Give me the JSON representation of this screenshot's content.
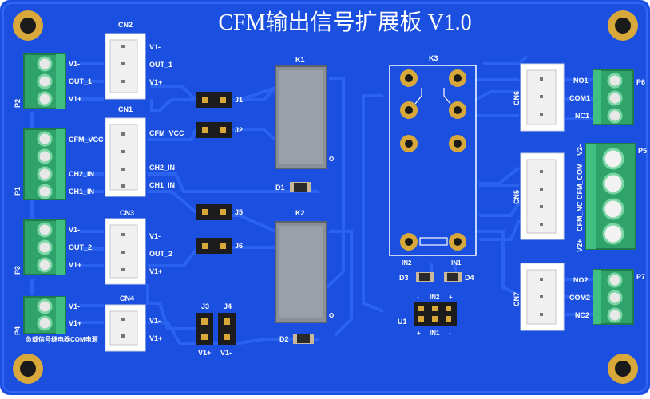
{
  "board": {
    "title": "CFM输出信号扩展板 V1.0",
    "footnote": "负载信号继电器COM电源",
    "colors": {
      "pcb": "#1a4fe0",
      "pcb_dark": "#1036b8",
      "trace": "#2a63f0",
      "pad_gold": "#d8a93a",
      "terminal_green": "#2fa36a",
      "silkscreen": "#ffffff"
    }
  },
  "terminals": {
    "p2": {
      "ref": "P2",
      "pins": [
        "V1-",
        "OUT_1",
        "V1+"
      ]
    },
    "p1": {
      "ref": "P1",
      "pins": [
        "CFM_VCC",
        "",
        "CH2_IN",
        "CH1_IN"
      ]
    },
    "p3": {
      "ref": "P3",
      "pins": [
        "V1-",
        "OUT_2",
        "V1+"
      ]
    },
    "p4": {
      "ref": "P4",
      "pins": [
        "V1-",
        "V1+"
      ]
    },
    "p6": {
      "ref": "P6",
      "pins": [
        "NO1",
        "COM1",
        "NC1"
      ]
    },
    "p5": {
      "ref": "P5",
      "pins": [
        "V2-",
        "CFM_COM",
        "CFM_NC",
        "V2+"
      ]
    },
    "p7": {
      "ref": "P7",
      "pins": [
        "NO2",
        "COM2",
        "NC2"
      ]
    }
  },
  "connectors": {
    "cn2": {
      "ref": "CN2",
      "pins": [
        "V1-",
        "OUT_1",
        "V1+"
      ]
    },
    "cn1": {
      "ref": "CN1",
      "pins": [
        "CFM_VCC",
        "",
        "CH2_IN",
        "CH1_IN"
      ]
    },
    "cn3": {
      "ref": "CN3",
      "pins": [
        "V1-",
        "OUT_2",
        "V1+"
      ]
    },
    "cn4": {
      "ref": "CN4",
      "pins": [
        "V1-",
        "V1+"
      ]
    },
    "cn6": {
      "ref": "CN6"
    },
    "cn5": {
      "ref": "CN5"
    },
    "cn7": {
      "ref": "CN7"
    }
  },
  "jumpers": {
    "j1": "J1",
    "j2": "J2",
    "j5": "J5",
    "j6": "J6",
    "j3": "J3",
    "j4": "J4",
    "j3_label": "V1+",
    "j4_label": "V1-"
  },
  "relays": {
    "k1": "K1",
    "k2": "K2",
    "k3": "K3",
    "k3_in2": "IN2",
    "k3_in1": "IN1"
  },
  "diodes": {
    "d1": "D1",
    "d2": "D2",
    "d3": "D3",
    "d4": "D4"
  },
  "u1": {
    "ref": "U1",
    "top": "IN2",
    "bottom": "IN1",
    "plus": "+",
    "minus": "-"
  },
  "misc": {
    "o_mark": "O"
  }
}
